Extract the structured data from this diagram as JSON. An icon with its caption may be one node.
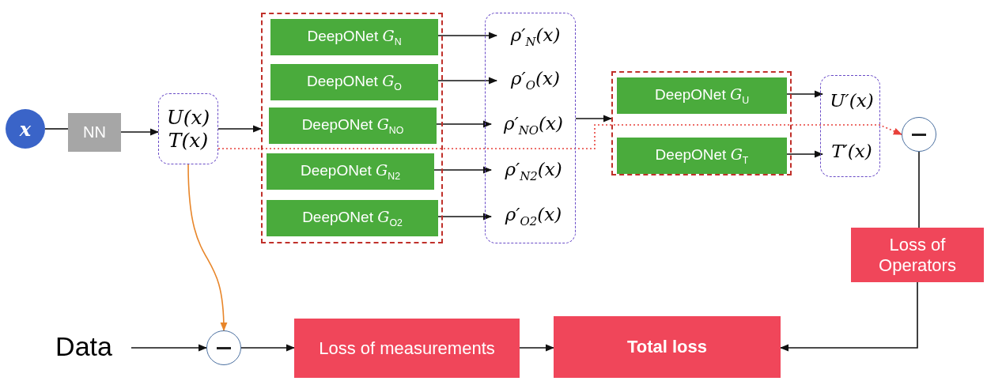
{
  "diagram": {
    "nodes": [
      {
        "text": [
          "x"
        ]
      },
      {
        "text": [
          "NN"
        ]
      },
      {
        "text": [
          "U(x)",
          "T(x)"
        ]
      },
      {
        "text": [],
        "shape": "box"
      },
      {
        "text": [
          "DeepONet *G*$_{N}$"
        ],
        "in": 3
      },
      {
        "text": [
          "DeepONet *G*$_{O}$"
        ],
        "in": 3
      },
      {
        "text": [
          "DeepONet *G*$_{NO}$"
        ],
        "in": 3
      },
      {
        "text": [
          "DeepONet *G*$_{N2}$"
        ],
        "in": 3
      },
      {
        "text": [
          "DeepONet *G*$_{O2}$"
        ],
        "in": 3
      },
      {
        "text": [],
        "shape": "box"
      },
      {
        "text": [
          "ρ′$_{N}$(x)"
        ],
        "in": 9
      },
      {
        "text": [
          "ρ′$_{O}$(x)"
        ],
        "in": 9
      },
      {
        "text": [
          "ρ′$_{NO}$(x)"
        ],
        "in": 9
      },
      {
        "text": [
          "ρ′$_{N2}$(x)"
        ],
        "in": 9
      },
      {
        "text": [
          "ρ′$_{O2}$(x)"
        ],
        "in": 9
      },
      {
        "text": [],
        "shape": "box"
      },
      {
        "text": [
          "DeepONet *G*$_{U}$"
        ],
        "in": 15
      },
      {
        "text": [
          "DeepONet *G*$_{T}$"
        ],
        "in": 15
      },
      {
        "text": [],
        "shape": "box"
      },
      {
        "text": [
          "U′(x)"
        ],
        "in": 18
      },
      {
        "text": [
          "T′(x)"
        ],
        "in": 18
      },
      {
        "text": [],
        "shape": "circle"
      },
      {
        "text": [
          "Loss of Operators"
        ]
      },
      {
        "text": [
          "Data"
        ]
      },
      {
        "text": [],
        "shape": "circle"
      },
      {
        "text": [
          "Loss of measurements"
        ]
      },
      {
        "text": [
          "Total loss"
        ]
      }
    ],
    "edges": [
      {
        "from": 0,
        "to": 1,
        "arrow": "none"
      },
      {
        "from": 1,
        "to": 2,
        "arrow": "to"
      },
      {
        "from": 2,
        "to": 3,
        "arrow": "to"
      },
      {
        "from": 4,
        "to": 10,
        "arrow": "to"
      },
      {
        "from": 5,
        "to": 11,
        "arrow": "to"
      },
      {
        "from": 6,
        "to": 12,
        "arrow": "to"
      },
      {
        "from": 7,
        "to": 13,
        "arrow": "to"
      },
      {
        "from": 8,
        "to": 14,
        "arrow": "to"
      },
      {
        "from": 9,
        "to": 15,
        "arrow": "to"
      },
      {
        "from": 16,
        "to": 19,
        "arrow": "to"
      },
      {
        "from": 17,
        "to": 20,
        "arrow": "to"
      },
      {
        "from": 2,
        "to": 21,
        "arrow": "to",
        "style": "dashed",
        "color": "#e8403a"
      },
      {
        "from": 21,
        "to": 22,
        "arrow": "none"
      },
      {
        "from": 2,
        "to": 24,
        "arrow": "to",
        "color": "#e8862a"
      },
      {
        "from": 23,
        "to": 24,
        "arrow": "to"
      },
      {
        "from": 24,
        "to": 25,
        "arrow": "to"
      },
      {
        "from": 25,
        "to": 26,
        "arrow": "to"
      },
      {
        "from": 22,
        "to": 26,
        "arrow": "to"
      }
    ]
  }
}
